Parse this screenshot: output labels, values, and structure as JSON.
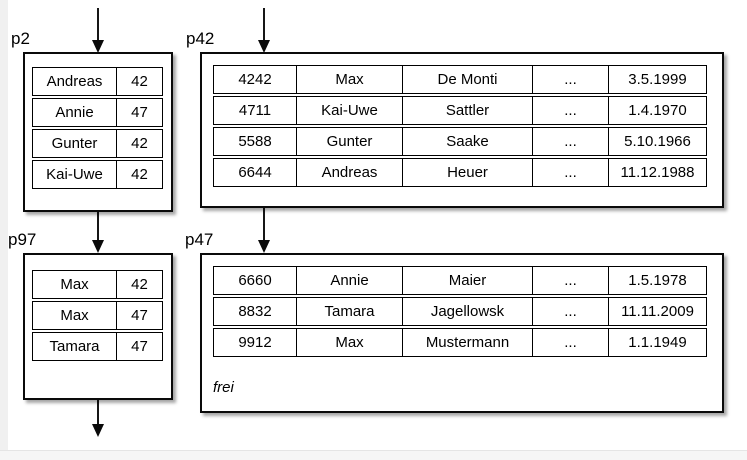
{
  "pages": {
    "p2": {
      "label": "p2",
      "rows": [
        [
          "Andreas",
          "42"
        ],
        [
          "Annie",
          "47"
        ],
        [
          "Gunter",
          "42"
        ],
        [
          "Kai-Uwe",
          "42"
        ]
      ]
    },
    "p42": {
      "label": "p42",
      "rows": [
        [
          "4242",
          "Max",
          "De Monti",
          "...",
          "3.5.1999"
        ],
        [
          "4711",
          "Kai-Uwe",
          "Sattler",
          "...",
          "1.4.1970"
        ],
        [
          "5588",
          "Gunter",
          "Saake",
          "...",
          "5.10.1966"
        ],
        [
          "6644",
          "Andreas",
          "Heuer",
          "...",
          "11.12.1988"
        ]
      ]
    },
    "p97": {
      "label": "p97",
      "rows": [
        [
          "Max",
          "42"
        ],
        [
          "Max",
          "47"
        ],
        [
          "Tamara",
          "47"
        ]
      ]
    },
    "p47": {
      "label": "p47",
      "rows": [
        [
          "6660",
          "Annie",
          "Maier",
          "...",
          "1.5.1978"
        ],
        [
          "8832",
          "Tamara",
          "Jagellowsk",
          "...",
          "11.11.2009"
        ],
        [
          "9912",
          "Max",
          "Mustermann",
          "...",
          "1.1.1949"
        ]
      ],
      "free_label": "frei"
    }
  },
  "colors": {
    "border": "#000000",
    "background": "#ffffff",
    "page_edge": "#f0f0f0",
    "shadow": "rgba(0,0,0,0.35)"
  }
}
